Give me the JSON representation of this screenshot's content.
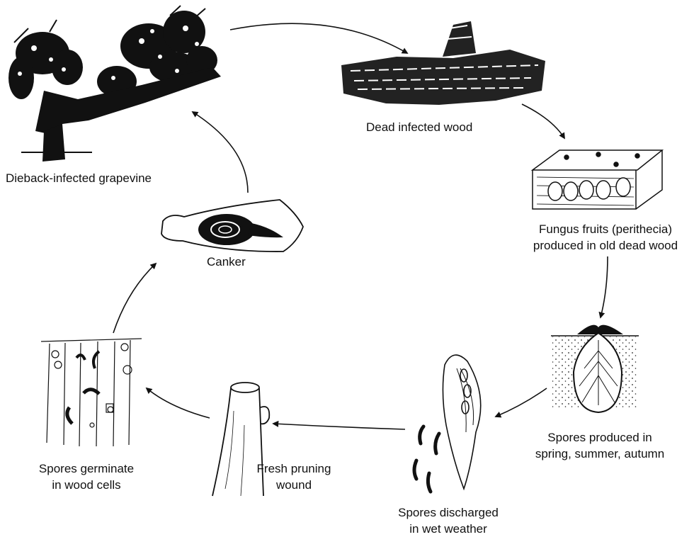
{
  "title": "",
  "stages": {
    "grapevine": {
      "label": "Dieback-infected grapevine",
      "icon": "grapevine-icon"
    },
    "dead_wood": {
      "label": "Dead infected wood",
      "icon": "dead-wood-icon"
    },
    "perithecia": {
      "line1": "Fungus fruits (perithecia)",
      "line2": "produced in old dead wood",
      "icon": "perithecia-block-icon"
    },
    "spores_produced": {
      "line1": "Spores produced in",
      "line2": "spring, summer, autumn",
      "icon": "perithecium-section-icon"
    },
    "spores_discharged": {
      "line1": "Spores discharged",
      "line2": "in wet weather",
      "icon": "ascus-spores-icon"
    },
    "pruning_wound": {
      "line1": "Fresh pruning",
      "line2": "wound",
      "icon": "pruned-cane-icon"
    },
    "germinate": {
      "line1": "Spores germinate",
      "line2": "in wood cells",
      "icon": "wood-cells-icon"
    },
    "canker": {
      "label": "Canker",
      "icon": "canker-icon"
    }
  },
  "colors": {
    "ink": "#111111",
    "background": "#ffffff"
  }
}
